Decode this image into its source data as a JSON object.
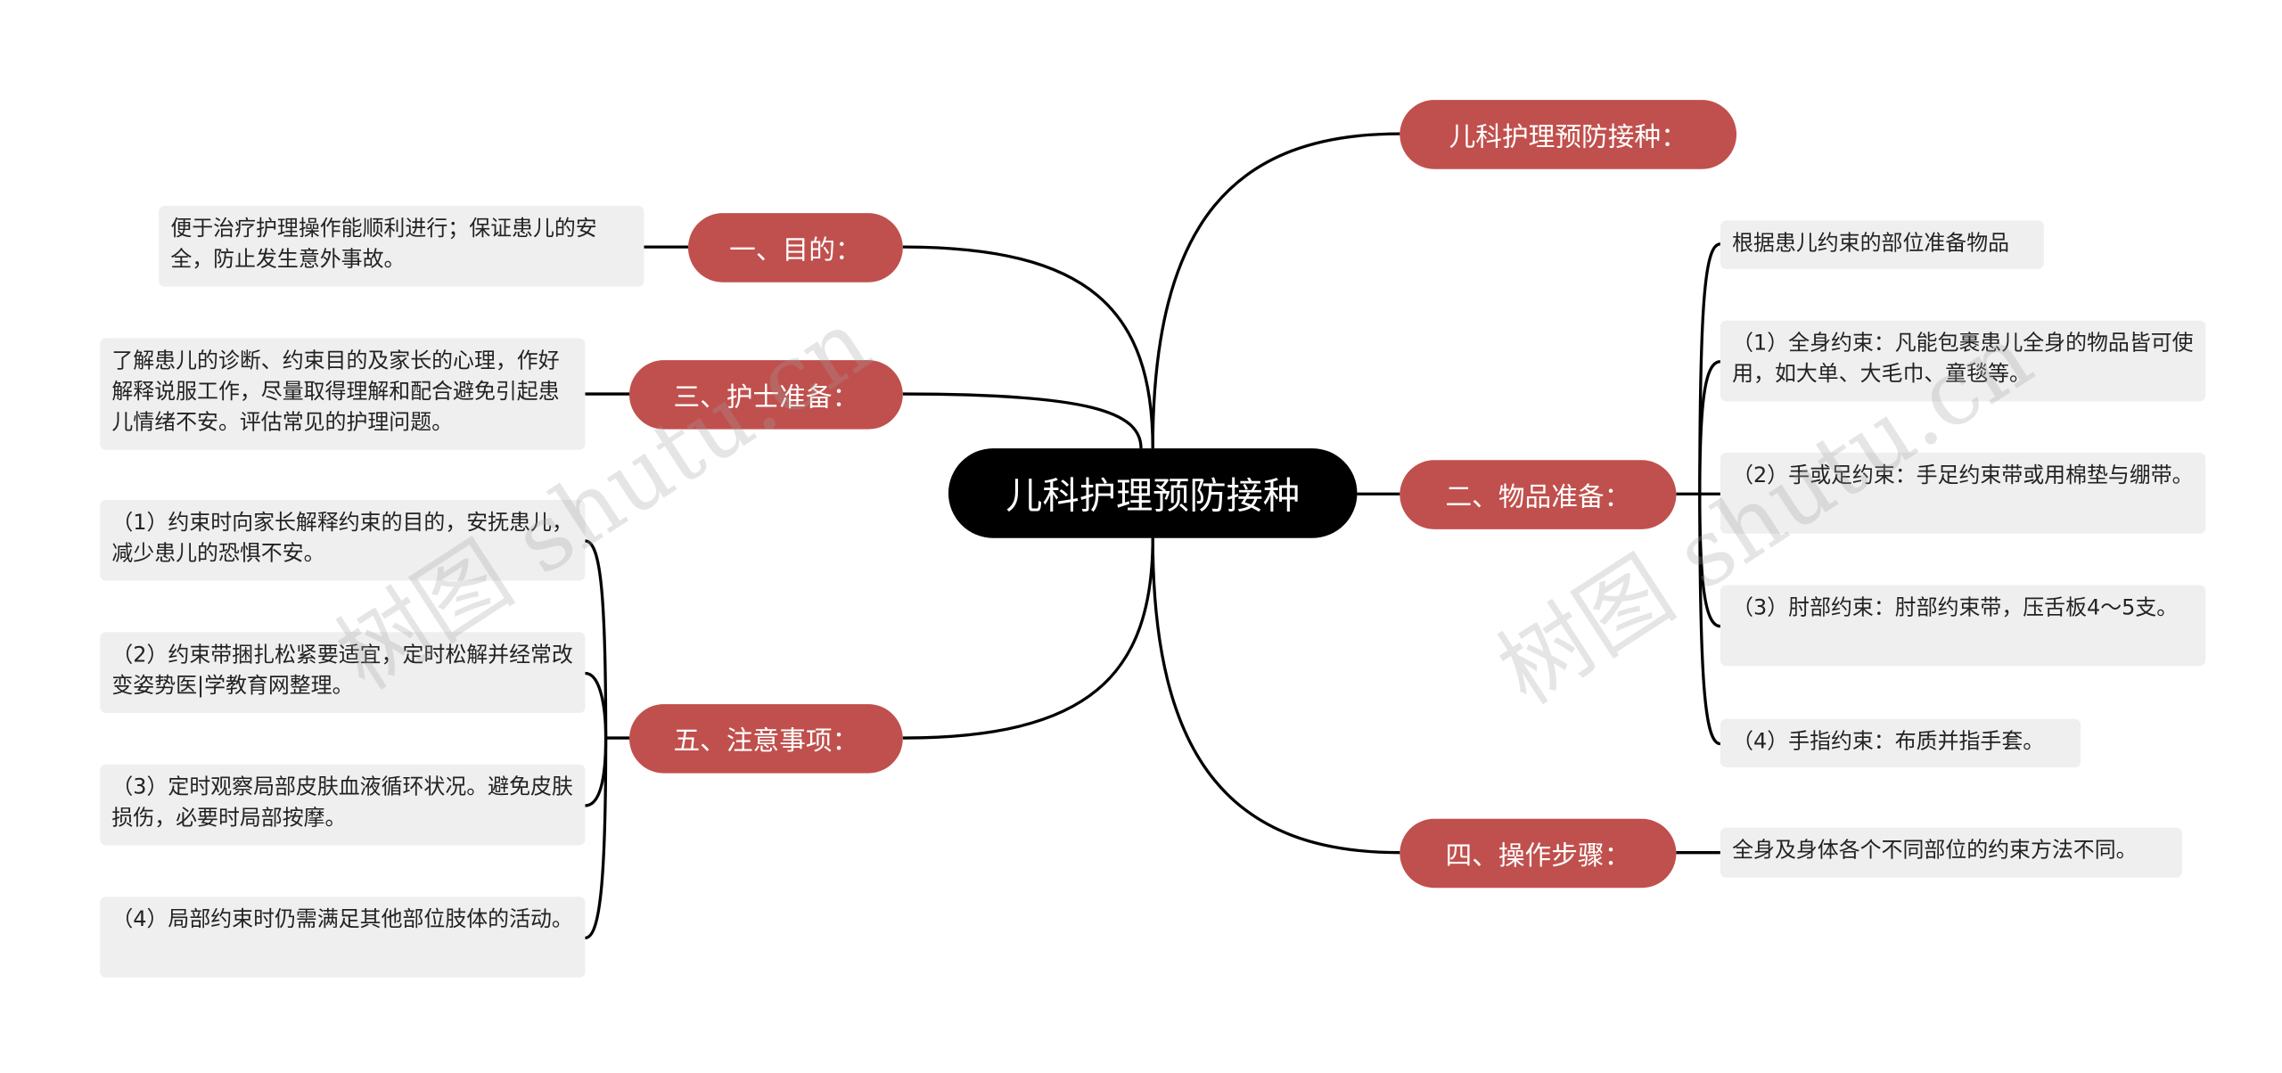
{
  "center": {
    "label": "儿科护理预防接种"
  },
  "right": {
    "title_node": {
      "label": "儿科护理预防接种："
    },
    "supplies": {
      "label": "二、物品准备：",
      "items": [
        "根据患儿约束的部位准备物品",
        "（1）全身约束：凡能包裹患儿全身的物品皆可使用，如大单、大毛巾、童毯等。",
        "（2）手或足约束：手足约束带或用棉垫与绷带。",
        "（3）肘部约束：肘部约束带，压舌板4～5支。",
        "（4）手指约束：布质并指手套。"
      ]
    },
    "steps": {
      "label": "四、操作步骤：",
      "items": [
        "全身及身体各个不同部位的约束方法不同。"
      ]
    }
  },
  "left": {
    "purpose": {
      "label": "一、目的：",
      "items": [
        "便于治疗护理操作能顺利进行；保证患儿的安全，防止发生意外事故。"
      ]
    },
    "nurse": {
      "label": "三、护士准备：",
      "items": [
        "了解患儿的诊断、约束目的及家长的心理，作好解释说服工作，尽量取得理解和配合避免引起患儿情绪不安。评估常见的护理问题。"
      ]
    },
    "notes": {
      "label": "五、注意事项：",
      "items": [
        "（1）约束时向家长解释约束的目的，安抚患儿，减少患儿的恐惧不安。",
        "（2）约束带捆扎松紧要适宜，定时松解并经常改变姿势医|学教育网整理。",
        "（3）定时观察局部皮肤血液循环状况。避免皮肤损伤，必要时局部按摩。",
        "（4）局部约束时仍需满足其他部位肢体的活动。"
      ]
    }
  },
  "watermark": "树图 shutu.cn",
  "colors": {
    "center_bg": "#000000",
    "topic_bg": "#c0504d",
    "leaf_bg": "#efefef",
    "line": "#000000"
  }
}
